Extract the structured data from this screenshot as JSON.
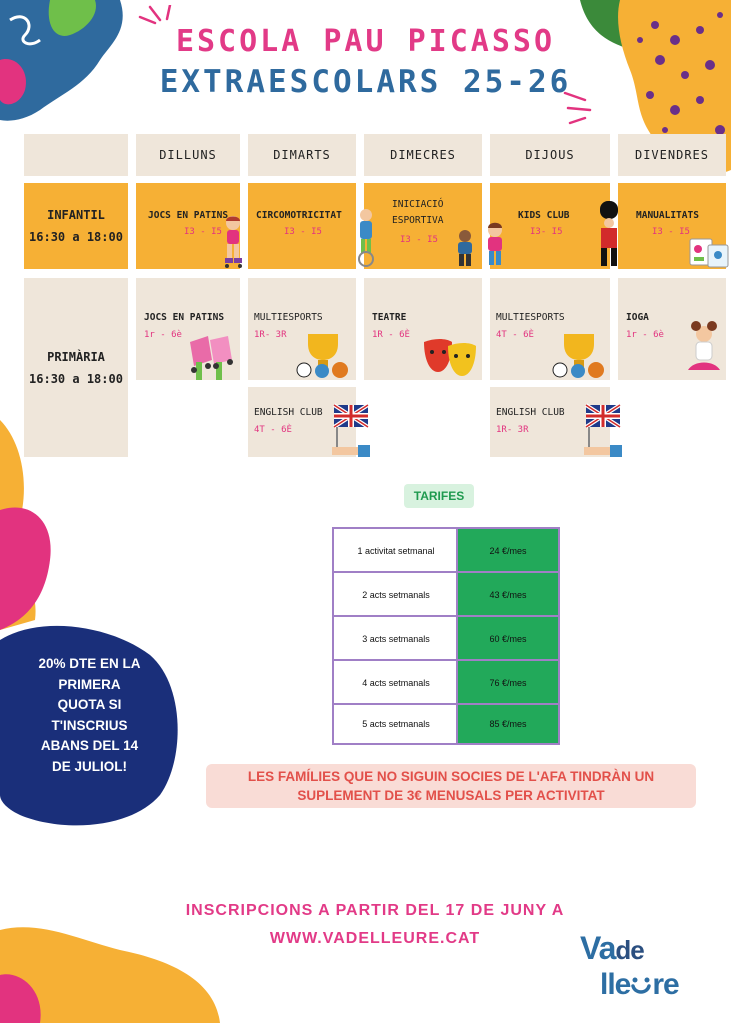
{
  "header": {
    "school": "ESCOLA PAU PICASSO",
    "subtitle": "EXTRAESCOLARS 25-26"
  },
  "days": [
    "DILLUNS",
    "DIMARTS",
    "DIMECRES",
    "DIJOUS",
    "DIVENDRES"
  ],
  "rows": {
    "infantil": {
      "label": "INFANTIL",
      "time": "16:30 a 18:00"
    },
    "primaria": {
      "label": "PRIMÀRIA",
      "time": "16:30 a 18:00"
    }
  },
  "infantil_activities": [
    {
      "name": "JOCS EN PATINS",
      "ages": "I3 - I5"
    },
    {
      "name": "CIRCOMOTRICITAT",
      "ages": "I3 - I5"
    },
    {
      "name_line1": "INICIACIÓ",
      "name_line2": "ESPORTIVA",
      "ages": "I3 - I5"
    },
    {
      "name": "KIDS CLUB",
      "ages": "I3- I5"
    },
    {
      "name": "MANUALITATS",
      "ages": "I3 - I5"
    }
  ],
  "primaria_activities": [
    {
      "name": "JOCS EN PATINS",
      "ages": "1r - 6è"
    },
    {
      "name": "MULTIESPORTS",
      "ages": "1R- 3R"
    },
    {
      "name": "TEATRE",
      "ages": "1R - 6È"
    },
    {
      "name": "MULTIESPORTS",
      "ages": "4T - 6È"
    },
    {
      "name": "IOGA",
      "ages": "1r - 6è"
    }
  ],
  "extra_activities": [
    {
      "name": "ENGLISH CLUB",
      "ages": "4T - 6È"
    },
    {
      "name": "ENGLISH CLUB",
      "ages": "1R- 3R"
    }
  ],
  "tarifes": {
    "title": "TARIFES",
    "rows": [
      {
        "label": "1 activitat setmanal",
        "price": "24 €/mes"
      },
      {
        "label": "2 acts setmanals",
        "price": "43 €/mes"
      },
      {
        "label": "3 acts setmanals",
        "price": "60 €/mes"
      },
      {
        "label": "4 acts setmanals",
        "price": "76 €/mes"
      },
      {
        "label": "5 acts setmanals",
        "price": "85 €/mes"
      }
    ]
  },
  "note": {
    "line1": "LES FAMÍLIES QUE NO SIGUIN SOCIES DE L'AFA TINDRÀN UN",
    "line2": "SUPLEMENT DE 3€ MENUSALS PER ACTIVITAT"
  },
  "discount": {
    "lines": [
      "20% DTE EN LA",
      "PRIMERA",
      "QUOTA SI",
      "T'INSCRIUS",
      "ABANS DEL 14",
      "DE JULIOL!"
    ]
  },
  "inscriptions": {
    "line1": "INSCRIPCIONS A PARTIR DEL 17 DE JUNY A",
    "line2": "WWW.VADELLEURE.CAT"
  },
  "logo": {
    "word1_a": "Va",
    "word1_b": "de",
    "word2_a": "lle",
    "word2_b": "re"
  },
  "colors": {
    "pink": "#e23a87",
    "blue": "#2f6a9e",
    "orange": "#f6b035",
    "beige": "#efe6da",
    "green": "#22a95a",
    "navy": "#1a2f7a"
  }
}
